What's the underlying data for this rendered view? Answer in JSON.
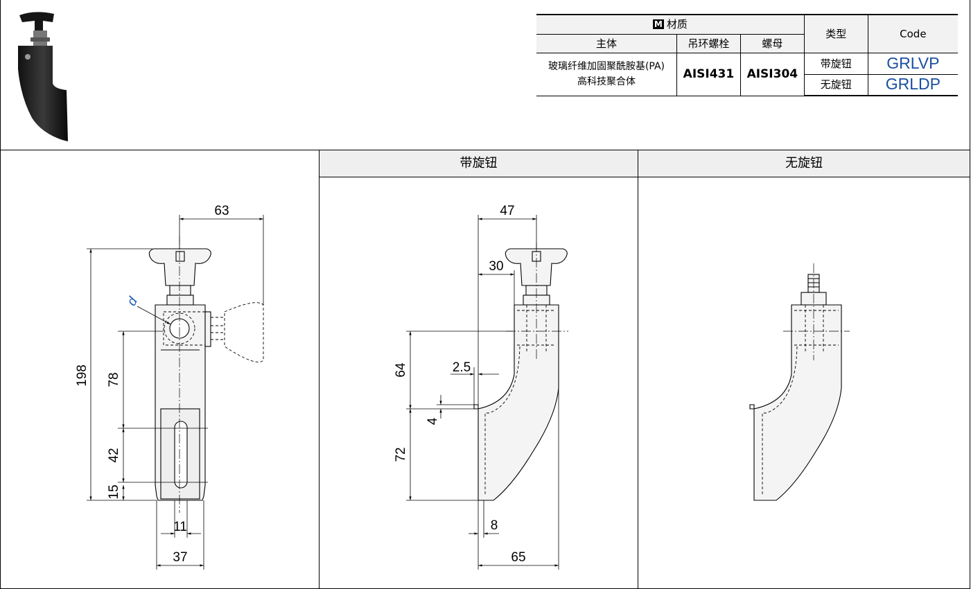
{
  "material_table": {
    "material_badge": "M",
    "material_header": "材质",
    "col_body": "主体",
    "col_bolt": "吊环螺栓",
    "col_nut": "螺母",
    "col_type": "类型",
    "col_code": "Code",
    "body_material_line1": "玻璃纤维加固聚酰胺基(PA)",
    "body_material_line2": "高科技聚合体",
    "bolt_material": "AISI431",
    "nut_material": "AISI304",
    "rows": [
      {
        "type": "带旋钮",
        "code": "GRLVP"
      },
      {
        "type": "无旋钮",
        "code": "GRLDP"
      }
    ]
  },
  "panels": {
    "with_knob": "带旋钮",
    "without_knob": "无旋钮"
  },
  "dimensions": {
    "front": {
      "width_top": "63",
      "height_total": "198",
      "d": "d",
      "h78": "78",
      "h42": "42",
      "h15": "15",
      "w11": "11",
      "w37": "37"
    },
    "side": {
      "w47": "47",
      "w30": "30",
      "h64": "64",
      "w2_5": "2.5",
      "h4": "4",
      "h72": "72",
      "w8": "8",
      "w65": "65"
    }
  },
  "colors": {
    "code_blue": "#1a4fa0",
    "dim_blue": "#1a5fb4"
  }
}
